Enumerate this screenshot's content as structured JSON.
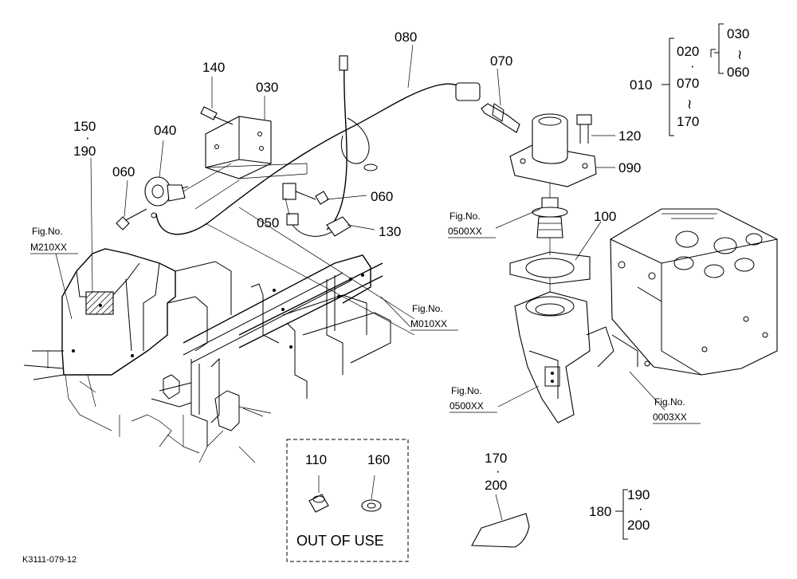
{
  "part_labels": {
    "p010": "010",
    "p020": "020",
    "p030a": "030",
    "p060a": "060",
    "p070a": "070",
    "p170a": "170",
    "p140": "140",
    "p030b": "030",
    "p080": "080",
    "p070b": "070",
    "p150": "150",
    "p190a": "190",
    "p040": "040",
    "p060b": "060",
    "p060c": "060",
    "p050": "050",
    "p130": "130",
    "p120": "120",
    "p090": "090",
    "p100": "100",
    "p110": "110",
    "p160": "160",
    "p170b": "170",
    "p200a": "200",
    "p180": "180",
    "p190b": "190",
    "p200b": "200"
  },
  "separator": "·",
  "range": "≀",
  "fig_refs": {
    "r1_label": "Fig.No.",
    "r1_code": "M210XX",
    "r2_label": "Fig.No.",
    "r2_code": "M010XX",
    "r3_label": "Fig.No.",
    "r3_code": "0500XX",
    "r4_label": "Fig.No.",
    "r4_code": "0500XX",
    "r5_label": "Fig.No.",
    "r5_code": "0003XX"
  },
  "out_of_use": "OUT OF USE",
  "diagram_code": "K3111-079-12"
}
